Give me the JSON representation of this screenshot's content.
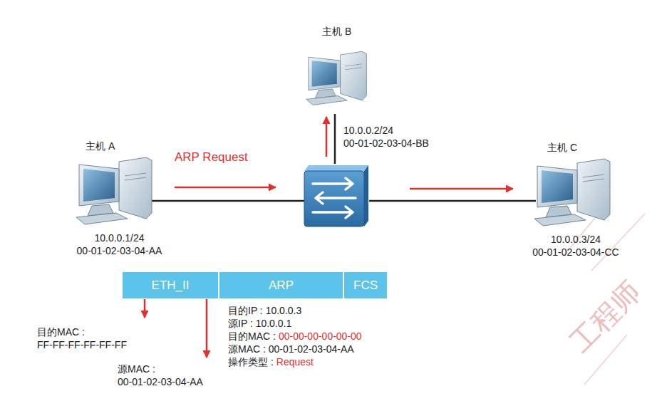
{
  "diagram": {
    "nodes": [
      {
        "text": [
          "主机 B",
          "10.0.0.2/24",
          "00-01-02-03-04-BB"
        ]
      },
      {
        "text": [
          "主机 A",
          "10.0.0.1/24",
          "00-01-02-03-04-AA"
        ]
      },
      {
        "text": []
      },
      {
        "text": [
          "主机 C",
          "10.0.0.3/24",
          "00-01-02-03-04-CC"
        ]
      },
      {
        "text": [
          "ETH_II"
        ]
      },
      {
        "text": [
          "ARP"
        ]
      },
      {
        "text": [
          "FCS"
        ]
      }
    ],
    "edges": [
      {
        "from": 1,
        "to": 2,
        "arrow": "to",
        "label": "ARP Request"
      },
      {
        "from": 2,
        "to": 0,
        "arrow": "to"
      },
      {
        "from": 2,
        "to": 3,
        "arrow": "to"
      }
    ],
    "labels": [
      "目的MAC :",
      "FF-FF-FF-FF-FF-FF",
      "源MAC :",
      "00-01-02-03-04-AA",
      "目的IP : 10.0.0.3",
      "源IP : 10.0.0.1",
      "目的MAC :",
      "00-00-00-00-00-00",
      "源MAC : 00-01-02-03-04-AA",
      "操作类型 :",
      "Request",
      "工程师"
    ]
  }
}
